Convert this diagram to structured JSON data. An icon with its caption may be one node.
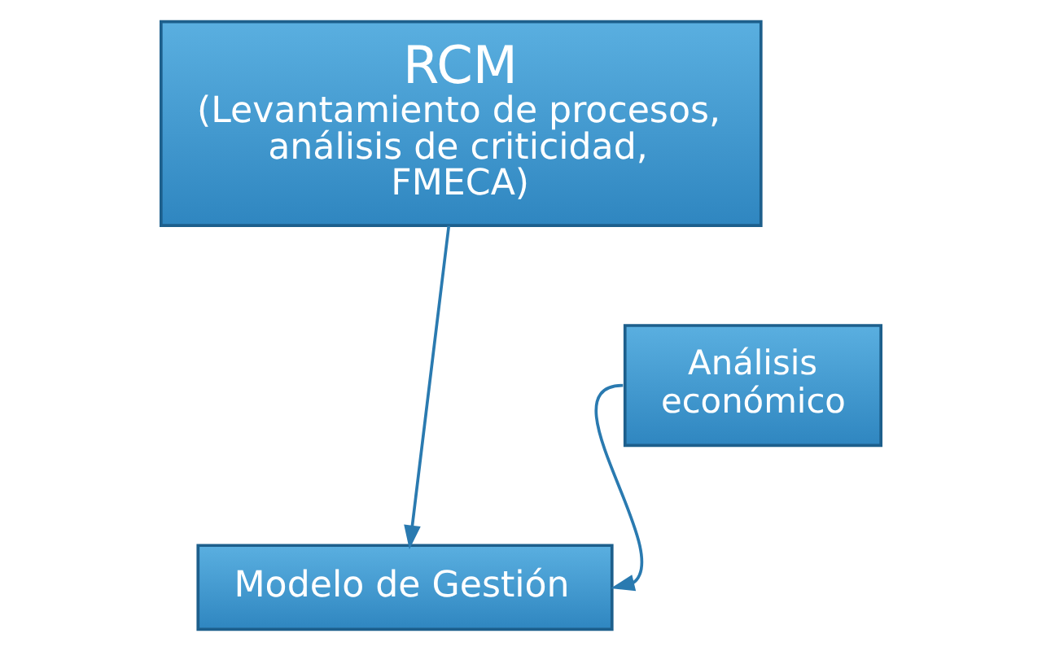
{
  "diagram": {
    "nodes": [
      {
        "text": [
          "RCM",
          "(Levantamiento de procesos, análisis de criticidad, FMECA)"
        ]
      },
      {
        "text": [
          "Análisis económico"
        ]
      },
      {
        "text": [
          "Modelo de Gestión"
        ]
      }
    ],
    "edges": [
      {
        "from": 0,
        "to": 2,
        "arrow": "to"
      },
      {
        "from": 1,
        "to": 2,
        "arrow": "to"
      }
    ]
  }
}
